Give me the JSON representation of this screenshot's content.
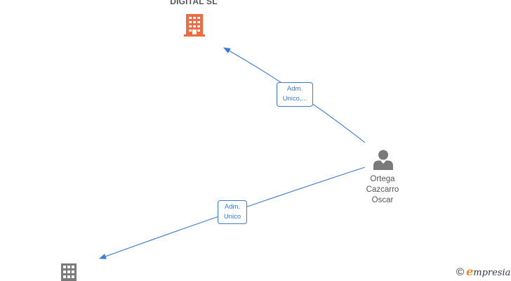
{
  "diagram": {
    "nodes": {
      "company_top": {
        "label": "DIGITAL SL",
        "icon": "building-icon",
        "color": "#f26a3f"
      },
      "person": {
        "icon": "person-icon",
        "color": "#7a7a7a",
        "name_lines": [
          "Ortega",
          "Cazcarro",
          "Oscar"
        ]
      },
      "company_bottom": {
        "icon": "building-icon",
        "color": "#7a7a7a"
      }
    },
    "edges": [
      {
        "from": "person",
        "to": "company_top",
        "label_lines": [
          "Adm.",
          "Unico,..."
        ]
      },
      {
        "from": "person",
        "to": "company_bottom",
        "label_lines": [
          "Adm.",
          "Unico"
        ]
      }
    ],
    "edge_color": "#3a7bd5"
  },
  "watermark": {
    "symbol": "©",
    "brand_initial": "e",
    "brand_rest": "mpresia"
  }
}
